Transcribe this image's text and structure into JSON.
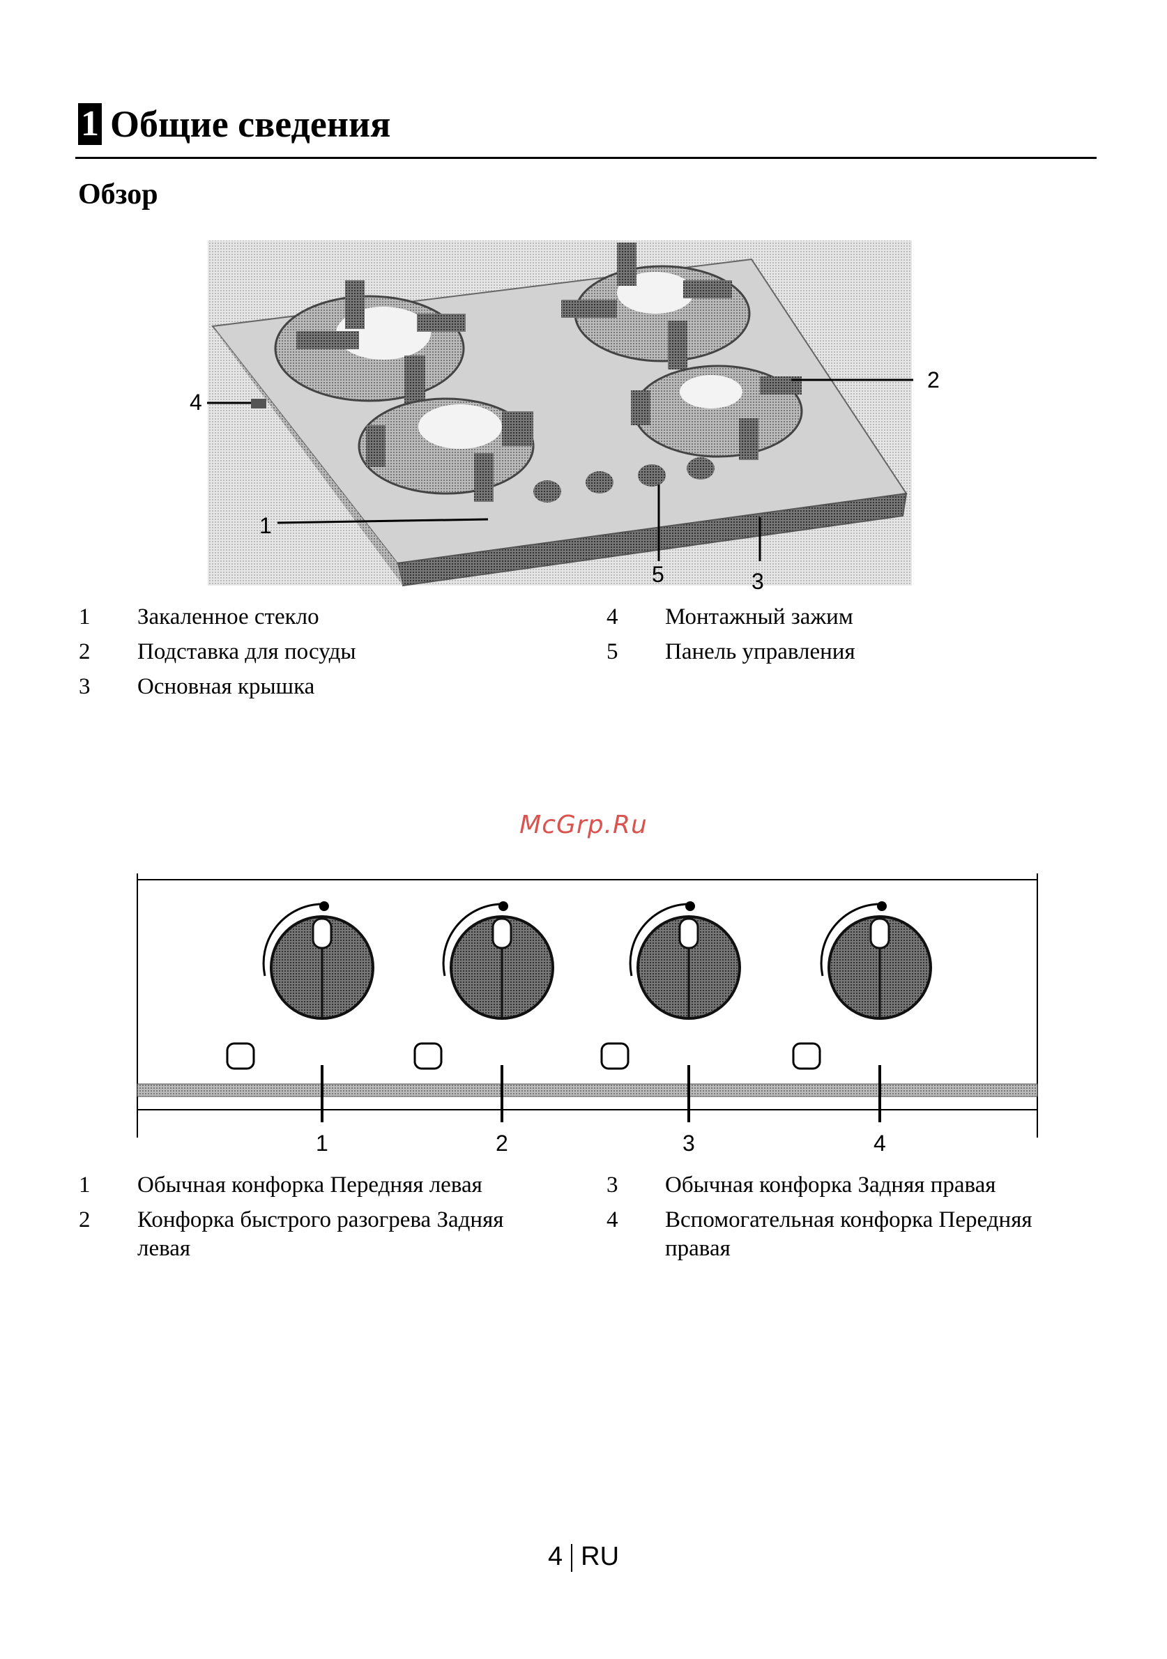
{
  "header": {
    "section_number": "1",
    "section_title": "Общие сведения",
    "subtitle": "Обзор"
  },
  "figure1": {
    "callouts": [
      "1",
      "2",
      "3",
      "4",
      "5"
    ],
    "legend": [
      {
        "num": "1",
        "text": "Закаленное стекло"
      },
      {
        "num": "2",
        "text": "Подставка для посуды"
      },
      {
        "num": "3",
        "text": "Основная крышка"
      },
      {
        "num": "4",
        "text": "Монтажный зажим"
      },
      {
        "num": "5",
        "text": "Панель управления"
      }
    ]
  },
  "watermark": "McGrp.Ru",
  "figure2": {
    "callouts": [
      "1",
      "2",
      "3",
      "4"
    ],
    "legend": [
      {
        "num": "1",
        "text": "Обычная конфорка Передняя левая"
      },
      {
        "num": "2",
        "text": "Конфорка быстрого разогрева Задняя",
        "text2": "левая"
      },
      {
        "num": "3",
        "text": "Обычная конфорка Задняя правая"
      },
      {
        "num": "4",
        "text": "Вспомогательная конфорка Передняя",
        "text2": "правая"
      }
    ]
  },
  "footer": {
    "page": "4",
    "lang": "RU"
  }
}
